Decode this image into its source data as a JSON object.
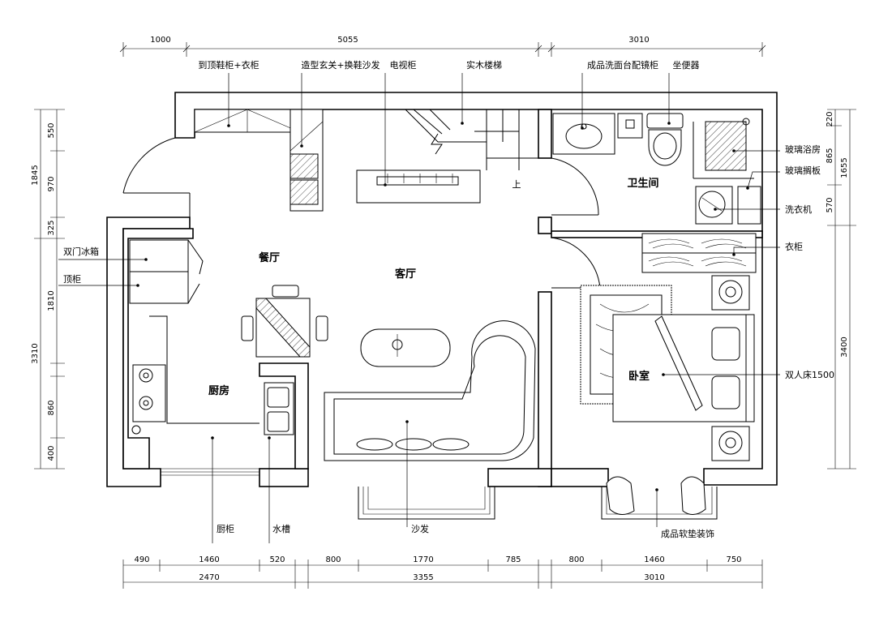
{
  "dimensions": {
    "top": [
      "1000",
      "5055",
      "3010"
    ],
    "bottom_row1": [
      "490",
      "1460",
      "520",
      "800",
      "1770",
      "785",
      "800",
      "1460",
      "750"
    ],
    "bottom_row2": [
      "2470",
      "3355",
      "3010"
    ],
    "left_outer": [
      "1845",
      "3310"
    ],
    "left_inner": [
      "550",
      "970",
      "325",
      "1810",
      "860",
      "400"
    ],
    "right_inner": [
      "220",
      "865",
      "570"
    ],
    "right_outer": [
      "1655",
      "3400"
    ]
  },
  "labels": {
    "shoe_cabinet": "到顶鞋柜+衣柜",
    "foyer_sofa": "造型玄关+换鞋沙发",
    "tv_cabinet": "电视柜",
    "stairs": "实木楼梯",
    "basin_mirror": "成品洗面台配镜柜",
    "toilet": "坐便器",
    "glass_shower": "玻璃浴房",
    "glass_shelf": "玻璃搁板",
    "washer": "洗衣机",
    "wardrobe": "衣柜",
    "double_bed": "双人床1500",
    "fridge": "双门冰箱",
    "top_cabinet": "顶柜",
    "kitchen_cabinet": "厨柜",
    "sink": "水槽",
    "sofa": "沙发",
    "soft_cushion": "成品软垫装饰",
    "stair_up": "上"
  },
  "rooms": {
    "dining": "餐厅",
    "living": "客厅",
    "bathroom": "卫生间",
    "kitchen": "厨房",
    "bedroom": "卧室"
  }
}
